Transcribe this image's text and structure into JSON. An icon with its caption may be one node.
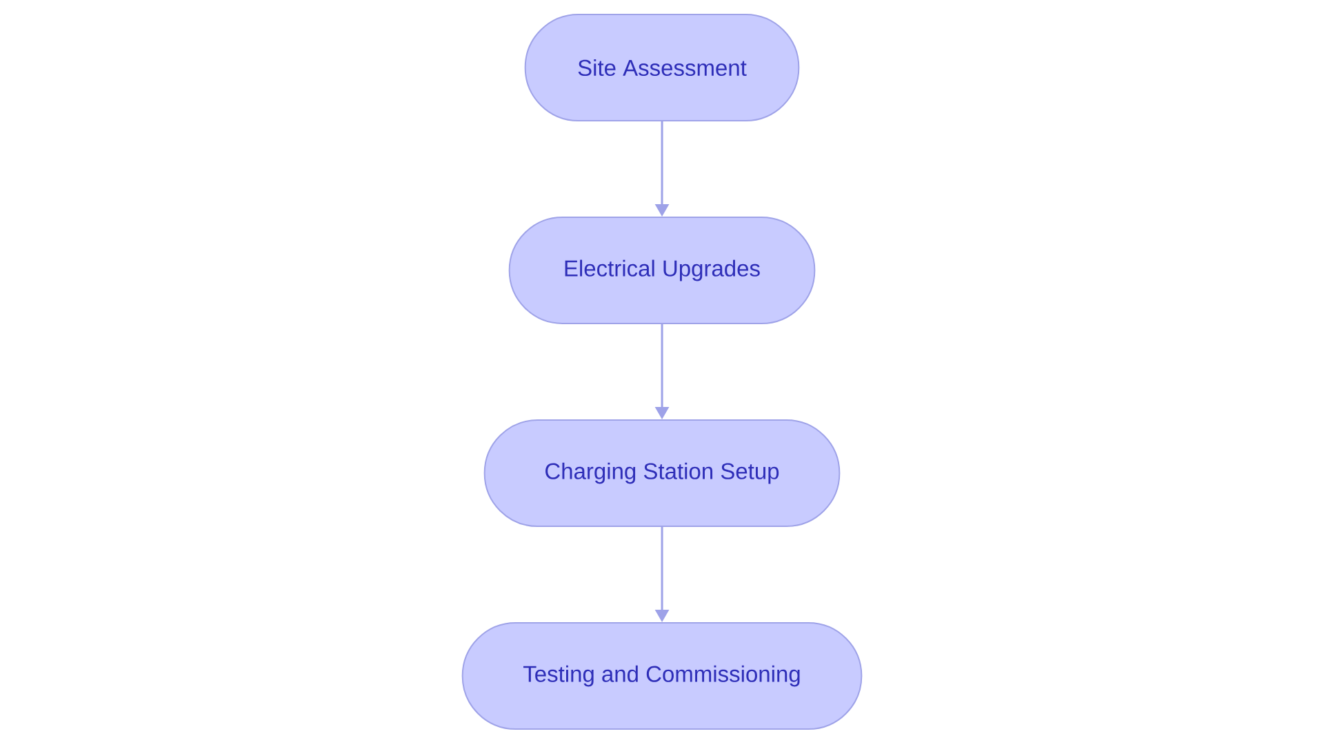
{
  "diagram": {
    "nodes": [
      {
        "text": [
          "Site Assessment"
        ]
      },
      {
        "text": [
          "Electrical Upgrades"
        ]
      },
      {
        "text": [
          "Charging Station Setup"
        ]
      },
      {
        "text": [
          "Testing and Commissioning"
        ]
      }
    ],
    "edges": [
      {
        "from": 0,
        "to": 1,
        "arrow": "to"
      },
      {
        "from": 1,
        "to": 2,
        "arrow": "to"
      },
      {
        "from": 2,
        "to": 3,
        "arrow": "to"
      }
    ]
  }
}
